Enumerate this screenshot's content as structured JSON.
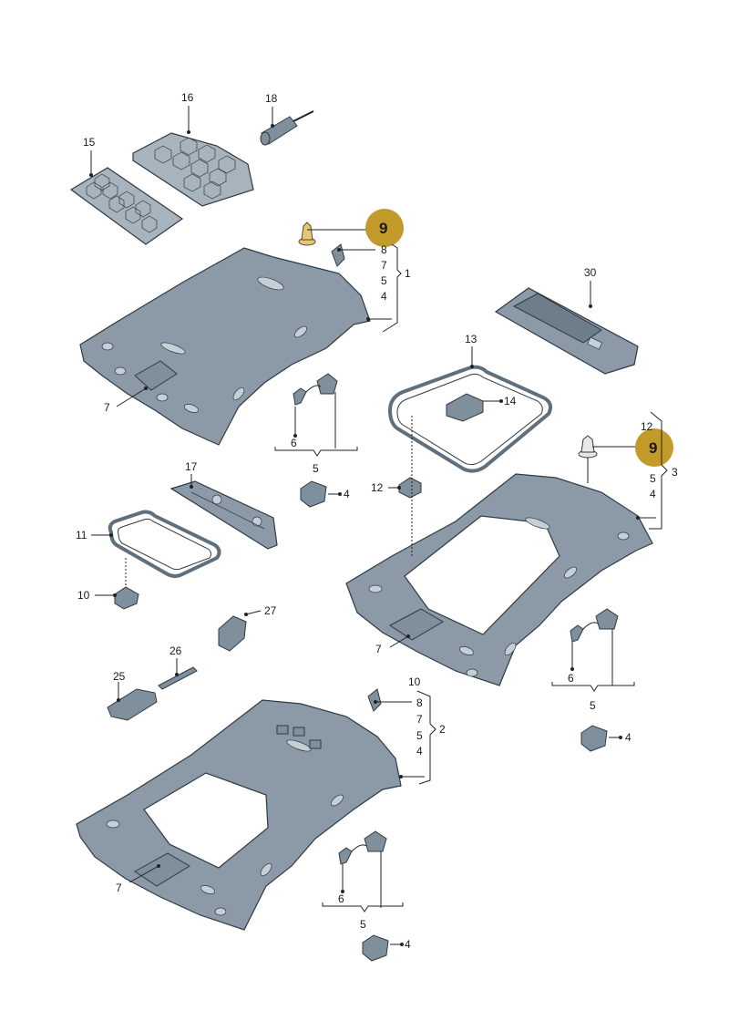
{
  "callouts": {
    "p1": "1",
    "p2": "2",
    "p3": "3",
    "p4": "4",
    "p5": "5",
    "p6": "6",
    "p7": "7",
    "p8": "8",
    "p9": "9",
    "p10": "10",
    "p11": "11",
    "p12": "12",
    "p13": "13",
    "p14": "14",
    "p15": "15",
    "p16": "16",
    "p17": "17",
    "p18": "18",
    "p25": "25",
    "p26": "26",
    "p27": "27",
    "p30": "30"
  },
  "colors": {
    "panel": "#8b9aa6",
    "outline": "#2e3a44",
    "highlight_badge": "#c29a2a"
  }
}
